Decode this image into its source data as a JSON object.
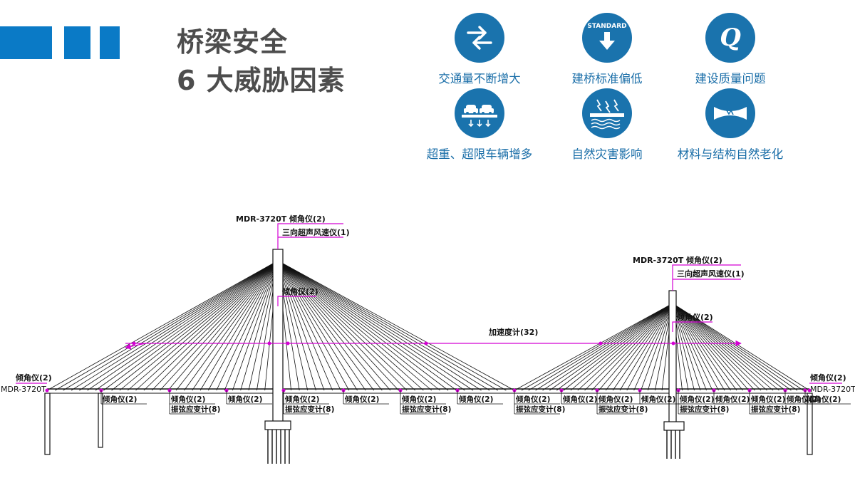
{
  "title": {
    "line1": "桥梁安全",
    "line2": "6 大威胁因素"
  },
  "factors": [
    {
      "label": "交通量不断增大",
      "icon": "swap-arrows-icon"
    },
    {
      "label": "建桥标准偏低",
      "icon": "standard-down-icon",
      "icon_text": "STANDARD"
    },
    {
      "label": "建设质量问题",
      "icon": "q-letter-icon",
      "icon_text": "Q"
    },
    {
      "label": "超重、超限车辆增多",
      "icon": "vehicle-overload-icon"
    },
    {
      "label": "自然灾害影响",
      "icon": "natural-disaster-icon"
    },
    {
      "label": "材料与结构自然老化",
      "icon": "material-aging-icon"
    }
  ],
  "colors": {
    "accent": "#0a7ac6",
    "icon_bg": "#1a73ad",
    "label": "#1a6ea8",
    "title": "#4d4d4d",
    "annotation": "#d400d4"
  },
  "bridge": {
    "tower_left_labels": [
      "MDR-3720T 倾角仪(2)",
      "三向超声风速仪(1)",
      "倾角仪(2)"
    ],
    "tower_right_labels": [
      "MDR-3720T 倾角仪(2)",
      "三向超声风速仪(1)",
      "倾角仪(2)"
    ],
    "accelerometer_label": "加速度计(32)",
    "end_left": [
      "倾角仪(2)",
      "MDR-3720T"
    ],
    "end_right": [
      "倾角仪(2)",
      "MDR-3720T"
    ],
    "deck_labels": [
      [
        "倾角仪(2)"
      ],
      [
        "倾角仪(2)",
        "振弦应变计(8)"
      ],
      [
        "倾角仪(2)"
      ],
      [
        "倾角仪(2)",
        "振弦应变计(8)"
      ],
      [
        "倾角仪(2)"
      ],
      [
        "倾角仪(2)",
        "振弦应变计(8)"
      ],
      [
        "倾角仪(2)"
      ],
      [
        "倾角仪(2)",
        "振弦应变计(8)"
      ],
      [
        "倾角仪(2)"
      ],
      [
        "倾角仪(2)",
        "振弦应变计(8)"
      ],
      [
        "倾角仪(2)"
      ],
      [
        "倾角仪(2)",
        "振弦应变计(8)"
      ],
      [
        "倾角仪(2)"
      ],
      [
        "倾角仪(2)",
        "振弦应变计(8)"
      ],
      [
        "倾角仪(2)"
      ],
      [
        "倾角仪(2)"
      ]
    ]
  }
}
